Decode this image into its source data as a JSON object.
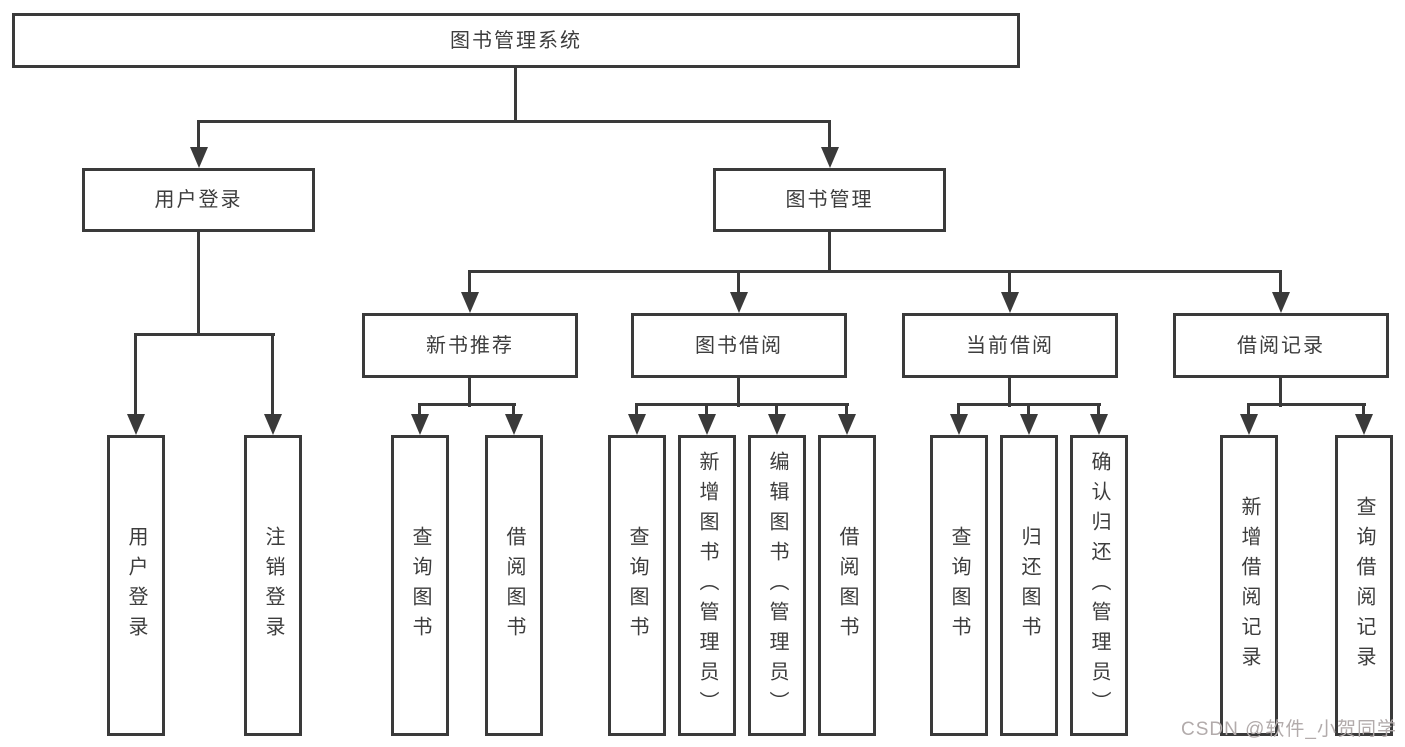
{
  "tree": {
    "root": {
      "label": "图书管理系统"
    },
    "branches": [
      {
        "label": "用户登录",
        "children": [
          {
            "label": "用户登录"
          },
          {
            "label": "注销登录"
          }
        ]
      },
      {
        "label": "图书管理",
        "children": [
          {
            "label": "新书推荐",
            "children": [
              {
                "label": "查询图书"
              },
              {
                "label": "借阅图书"
              }
            ]
          },
          {
            "label": "图书借阅",
            "children": [
              {
                "label": "查询图书"
              },
              {
                "label": "新增图书（管理员）"
              },
              {
                "label": "编辑图书（管理员）"
              },
              {
                "label": "借阅图书"
              }
            ]
          },
          {
            "label": "当前借阅",
            "children": [
              {
                "label": "查询图书"
              },
              {
                "label": "归还图书"
              },
              {
                "label": "确认归还（管理员）"
              }
            ]
          },
          {
            "label": "借阅记录",
            "children": [
              {
                "label": "新增借阅记录"
              },
              {
                "label": "查询借阅记录"
              }
            ]
          }
        ]
      }
    ]
  },
  "watermark": {
    "text": "CSDN @软件_小贺同学"
  },
  "colors": {
    "line": "#3a3a3a",
    "text": "#3d3d3d",
    "watermark": "#b2abab",
    "background": "#ffffff"
  }
}
